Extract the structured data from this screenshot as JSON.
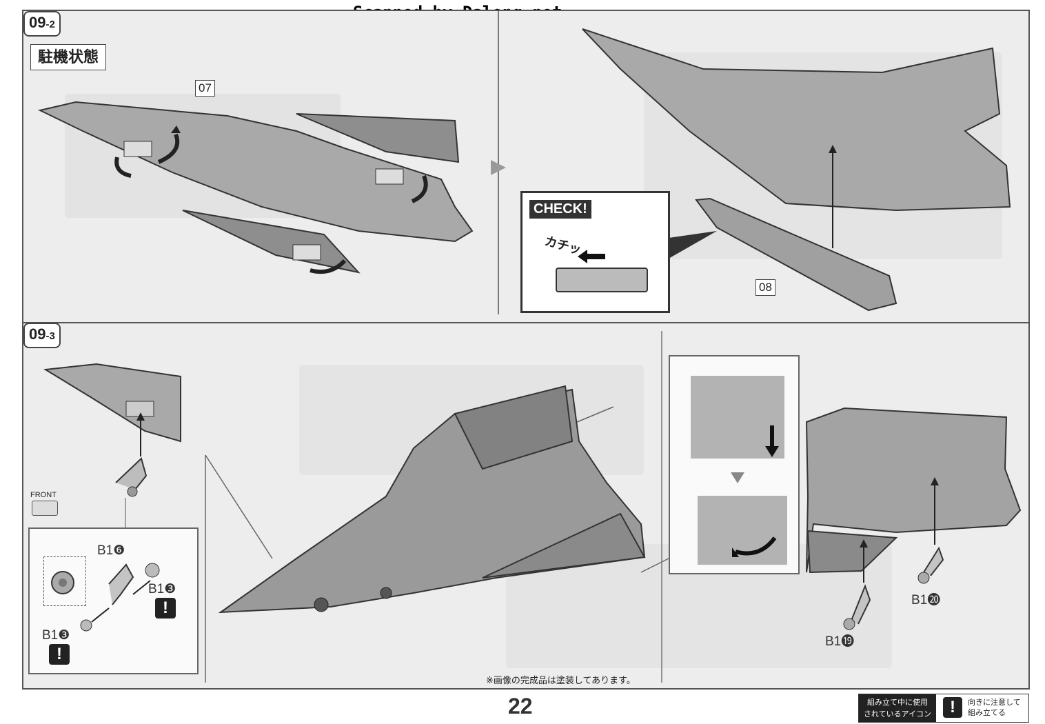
{
  "watermark": "Scanned by Dalong.net",
  "steps": [
    {
      "number": "09",
      "sub": "-2"
    },
    {
      "number": "09",
      "sub": "-3"
    }
  ],
  "step2": {
    "state_label": "駐機状態",
    "part_07": "07",
    "part_08": "08",
    "check_title": "CHECK!",
    "click_sound": "カチッ"
  },
  "step3": {
    "front_label": "FRONT",
    "parts": {
      "b16": "B1❻",
      "b13_a": "B1❸",
      "b13_b": "B1❸",
      "b19": "B1⓳",
      "b20": "B1⓴"
    },
    "warning_mark": "!"
  },
  "footer": {
    "note": "※画像の完成品は塗装してあります。",
    "page_number": "22",
    "legend_title_line1": "組み立て中に使用",
    "legend_title_line2": "されているアイコン",
    "legend_icon": "!",
    "legend_desc_line1": "向きに注意して",
    "legend_desc_line2": "組み立てる"
  },
  "icons": {
    "arrow": "curved-arrow-icon",
    "warning": "exclamation-icon",
    "front": "front-direction-icon"
  }
}
